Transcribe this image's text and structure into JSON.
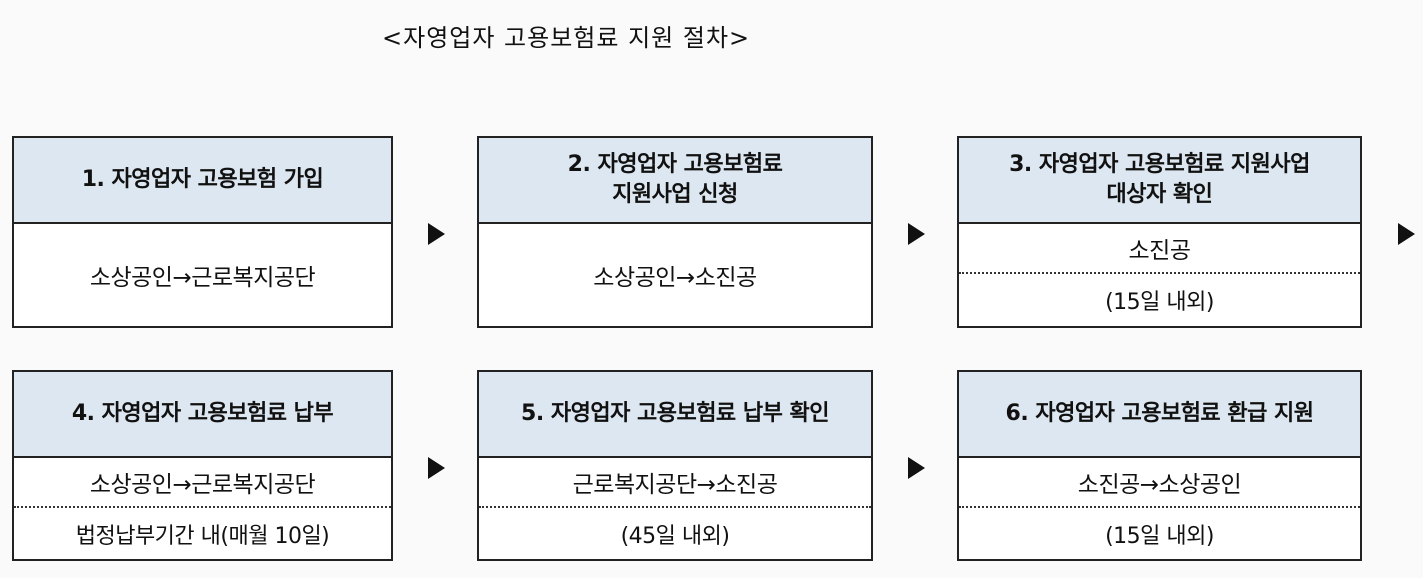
{
  "title": "<자영업자 고용보험료 지원 절차>",
  "steps": [
    {
      "head_line1": "1. 자영업자 고용보험 가입",
      "head_line2": "",
      "line1": "소상공인→근로복지공단",
      "line2": ""
    },
    {
      "head_line1": "2. 자영업자 고용보험료",
      "head_line2": "지원사업 신청",
      "line1": "소상공인→소진공",
      "line2": ""
    },
    {
      "head_line1": "3. 자영업자 고용보험료 지원사업",
      "head_line2": "대상자 확인",
      "line1": "소진공",
      "line2": "(15일 내외)"
    },
    {
      "head_line1": "4. 자영업자 고용보험료 납부",
      "head_line2": "",
      "line1": "소상공인→근로복지공단",
      "line2": "법정납부기간 내(매월 10일)"
    },
    {
      "head_line1": "5. 자영업자 고용보험료 납부 확인",
      "head_line2": "",
      "line1": "근로복지공단→소진공",
      "line2": "(45일 내외)"
    },
    {
      "head_line1": "6. 자영업자 고용보험료 환급 지원",
      "head_line2": "",
      "line1": "소진공→소상공인",
      "line2": "(15일 내외)"
    }
  ],
  "colors": {
    "header_fill": "#dde7f1",
    "border": "#222222",
    "arrow": "#111111"
  }
}
